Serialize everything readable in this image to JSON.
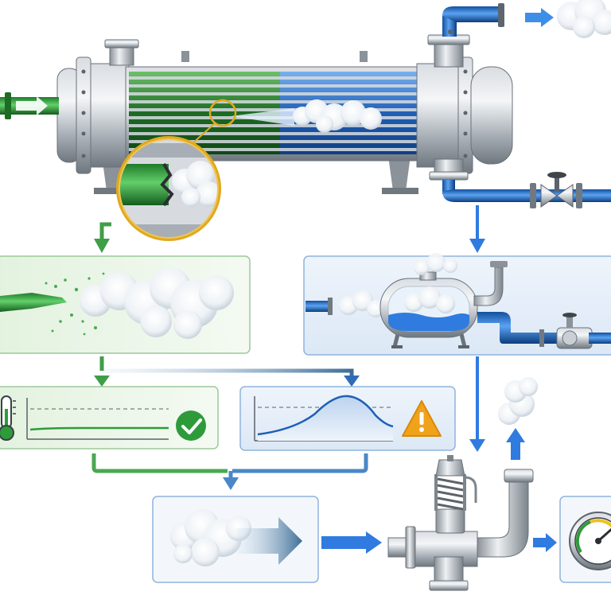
{
  "diagram": {
    "title": "",
    "labels": [],
    "stages": [
      {
        "id": "heat-exchanger",
        "kind": "shell-and-tube heat exchanger with tube leak"
      },
      {
        "id": "leak-inset",
        "kind": "magnified ruptured tube"
      },
      {
        "id": "flashing-panel",
        "kind": "green liquid flashing to vapor"
      },
      {
        "id": "shell-vessel-panel",
        "kind": "shell side vessel with vapor"
      },
      {
        "id": "temperature-panel",
        "kind": "low temperature trend, status ok"
      },
      {
        "id": "pressure-panel",
        "kind": "pressure spike trend, warning"
      },
      {
        "id": "vapor-flow-panel",
        "kind": "vapor flow onward"
      },
      {
        "id": "relief-valve",
        "kind": "pressure relief valve venting"
      },
      {
        "id": "pressure-gauge",
        "kind": "pressure gauge"
      }
    ],
    "icons": {
      "status_ok": "check-icon",
      "status_warn": "warning-icon",
      "temperature": "thermometer-icon",
      "pressure": "gauge-icon"
    },
    "colors": {
      "tube_side": "#2e9b3a",
      "shell_side": "#1f6fd6",
      "panel_green_border": "#9cc99a",
      "panel_blue_border": "#8fb3dd",
      "warning": "#f0a21b",
      "ok": "#2e9b3a"
    }
  }
}
